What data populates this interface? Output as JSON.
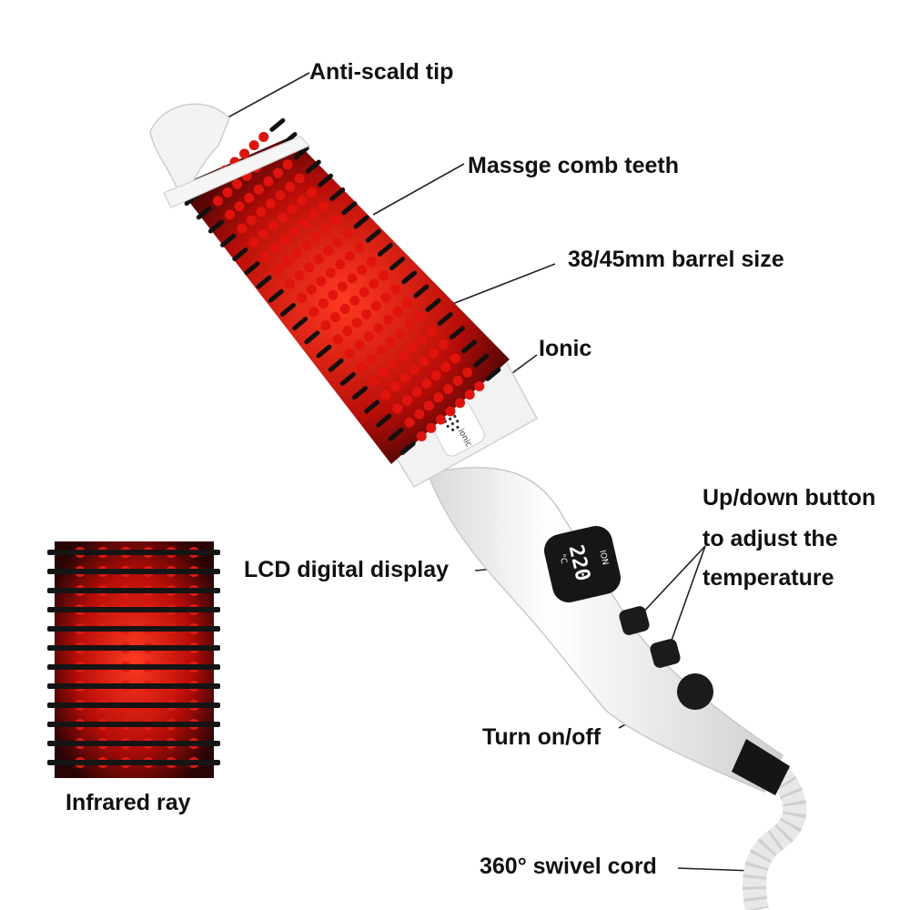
{
  "labels": {
    "anti_scald_tip": "Anti-scald tip",
    "comb_teeth": "Massge comb teeth",
    "barrel_size": "38/45mm barrel size",
    "ionic": "Ionic",
    "lcd_display": "LCD digital display",
    "updown_line1": "Up/down button",
    "updown_line2": "to adjust the",
    "updown_line3": "temperature",
    "turn_on_off": "Turn on/off",
    "swivel_cord": "360° swivel cord",
    "infrared_ray": "Infrared ray"
  },
  "device": {
    "display_value": "220",
    "display_unit": "°C",
    "display_ion": "ION",
    "ionic_badge": "ionic"
  },
  "colors": {
    "body": "#f4f4f4",
    "barrel_red": "#c8100c",
    "bristle": "#151515",
    "accent_black": "#1a1a1a"
  }
}
